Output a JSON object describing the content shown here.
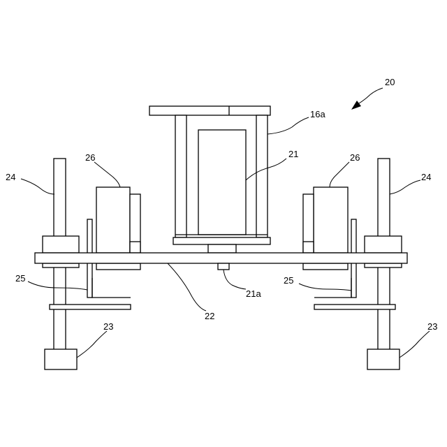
{
  "labels": {
    "assembly": "20",
    "member_16a": "16a",
    "body_21": "21",
    "pin_21a": "21a",
    "plate_22": "22",
    "foot_23": "23",
    "shaft_24": "24",
    "bracket_25": "25",
    "block_26": "26"
  }
}
